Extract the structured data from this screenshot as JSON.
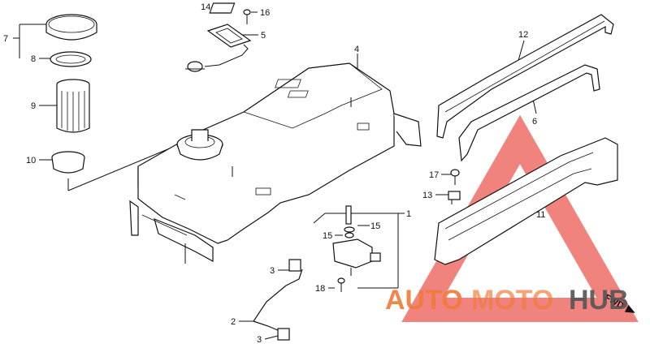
{
  "callouts": {
    "c1": "1",
    "c2": "2",
    "c3a": "3",
    "c3b": "3",
    "c4": "4",
    "c5": "5",
    "c6": "6",
    "c7": "7",
    "c8": "8",
    "c9": "9",
    "c10": "10",
    "c11": "11",
    "c12": "12",
    "c13": "13",
    "c14": "14",
    "c15a": "15",
    "c15b": "15",
    "c16": "16",
    "c17": "17",
    "c18": "18"
  },
  "direction_label": "FWD",
  "watermark": {
    "word1": "AUTO",
    "word2": "MOTO",
    "word3": "HUB",
    "color_primary": "#f07a3a",
    "color_secondary": "#555555",
    "triangle_color": "#e8302a"
  }
}
